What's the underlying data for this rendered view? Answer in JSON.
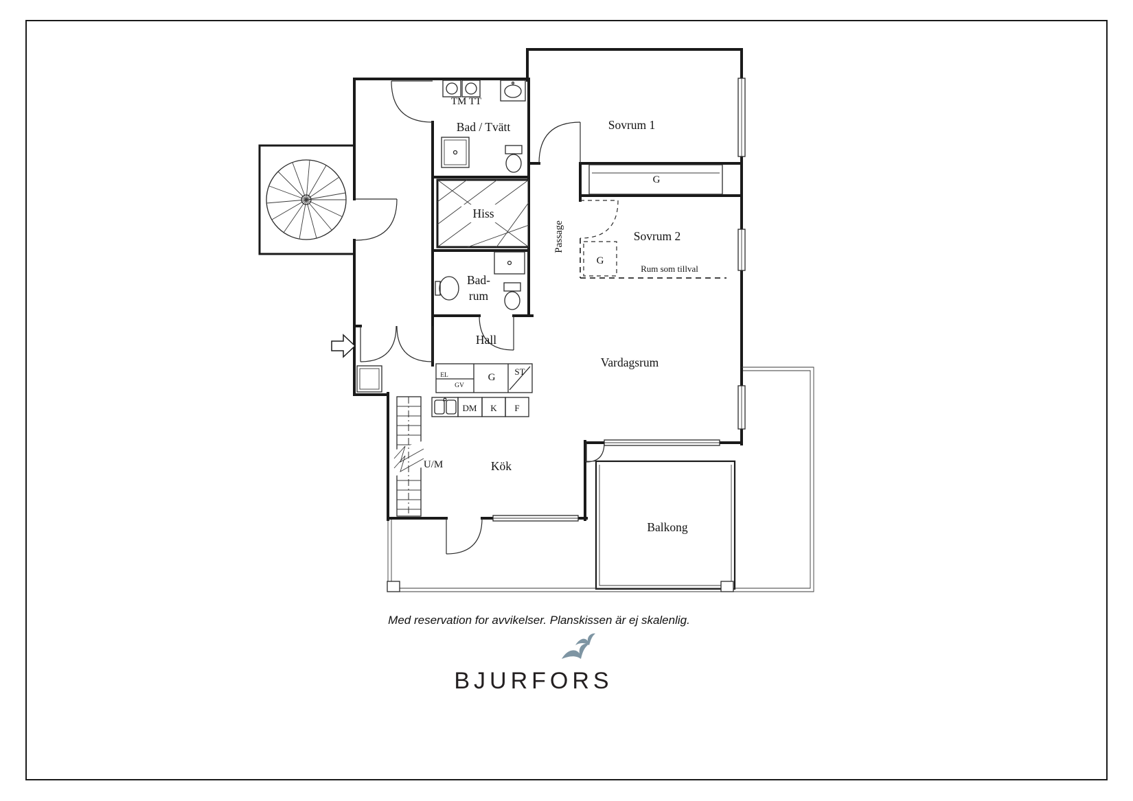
{
  "floorplan": {
    "rooms": {
      "bad_tvatt": "Bad / Tvätt",
      "sovrum1": "Sovrum 1",
      "sovrum2": "Sovrum 2",
      "hiss": "Hiss",
      "passage": "Passage",
      "badrum_line1": "Bad-",
      "badrum_line2": "rum",
      "hall": "Hall",
      "vardagsrum": "Vardagsrum",
      "kok": "Kök",
      "balkong": "Balkong"
    },
    "labels": {
      "tm_tt": "TM TT",
      "g_sovrum1": "G",
      "g_sovrum2": "G",
      "g_hall": "G",
      "st": "ST",
      "el": "EL",
      "gv": "GV",
      "dm": "DM",
      "k": "K",
      "f": "F",
      "um": "U/M",
      "rum_som_tillval": "Rum som tillval"
    },
    "disclaimer": "Med reservation for avvikelser. Planskissen är ej skalenlig.",
    "brand": "BJURFORS",
    "colors": {
      "wall": "#1a1a1a",
      "bird": "#7e95a3",
      "brand_text": "#231f20"
    }
  }
}
